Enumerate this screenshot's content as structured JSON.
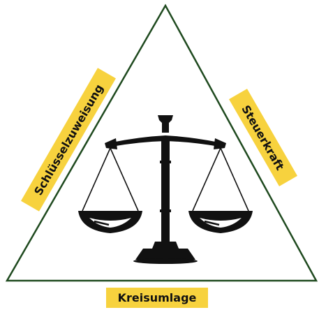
{
  "diagram": {
    "left_label": "Schlüsselzuweisung",
    "right_label": "Steuerkraft",
    "bottom_label": "Kreisumlage",
    "icon": "balance-scale-icon",
    "colors": {
      "triangle_stroke": "#1f4a1f",
      "label_background": "#f7d23e",
      "label_text": "#111111",
      "scale": "#111111",
      "background": "#ffffff"
    }
  }
}
